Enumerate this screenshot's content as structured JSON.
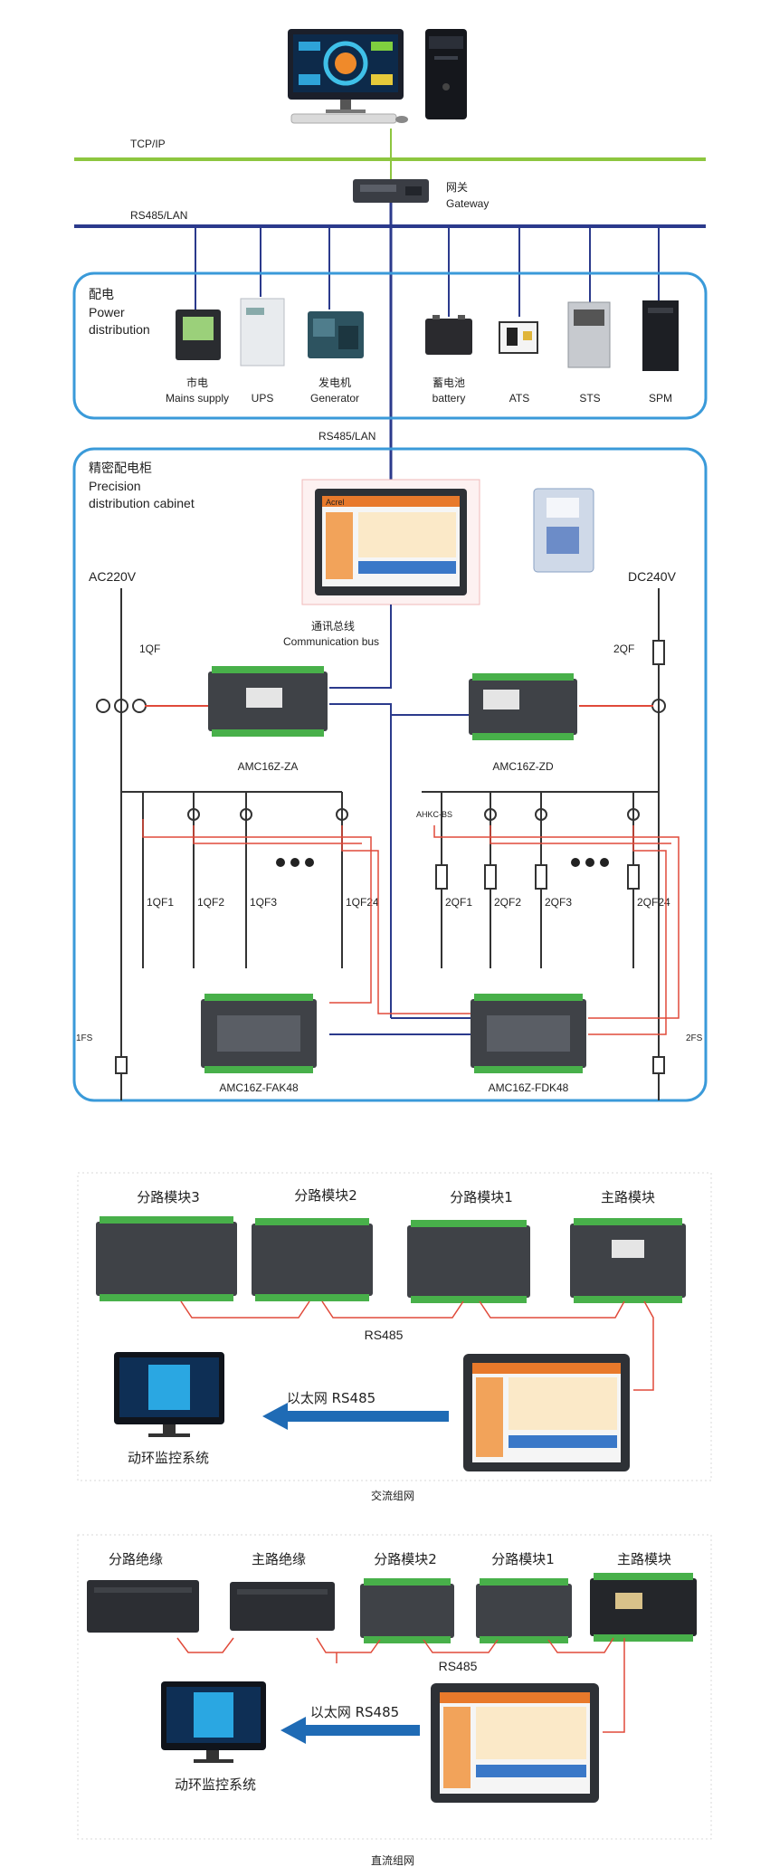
{
  "network": {
    "tcp_ip": "TCP/IP",
    "rs485_lan_top": "RS485/LAN",
    "rs485_lan_mid": "RS485/LAN",
    "gateway_cn": "网关",
    "gateway_en": "Gateway"
  },
  "power_distribution": {
    "title_cn": "配电",
    "title_en_1": "Power",
    "title_en_2": "distribution",
    "devices": [
      {
        "cn": "市电",
        "en": "Mains supply"
      },
      {
        "cn": "",
        "en": "UPS"
      },
      {
        "cn": "发电机",
        "en": "Generator"
      },
      {
        "cn": "蓄电池",
        "en": "battery"
      },
      {
        "cn": "",
        "en": "ATS"
      },
      {
        "cn": "",
        "en": "STS"
      },
      {
        "cn": "",
        "en": "SPM"
      }
    ]
  },
  "cabinet": {
    "title_cn": "精密配电柜",
    "title_en_1": "Precision",
    "title_en_2": "distribution cabinet",
    "comm_bus_cn": "通讯总线",
    "comm_bus_en": "Communication bus",
    "ac_label": "AC220V",
    "dc_label": "DC240V",
    "qf1": "1QF",
    "qf2": "2QF",
    "module_za": "AMC16Z-ZA",
    "module_zd": "AMC16Z-ZD",
    "module_fak": "AMC16Z-FAK48",
    "module_fdk": "AMC16Z-FDK48",
    "ahkc": "AHKC-BS",
    "ac_branches": [
      "1QF1",
      "1QF2",
      "1QF3",
      "1QF24"
    ],
    "dc_branches": [
      "2QF1",
      "2QF2",
      "2QF3",
      "2QF24"
    ],
    "fs1": "1FS",
    "fs2": "2FS",
    "hmi_brand": "Acrel"
  },
  "ac_network": {
    "modules": [
      "分路模块3",
      "分路模块2",
      "分路模块1",
      "主路模块"
    ],
    "bus": "RS485",
    "link": "以太网 RS485",
    "system": "动环监控系统",
    "caption": "交流组网"
  },
  "dc_network": {
    "modules": [
      "分路绝缘",
      "主路绝缘",
      "分路模块2",
      "分路模块1",
      "主路模块"
    ],
    "bus": "RS485",
    "link": "以太网 RS485",
    "system": "动环监控系统",
    "caption": "直流组网"
  },
  "colors": {
    "green_line": "#8dc63f",
    "navy_line": "#2b3a8c",
    "panel_border": "#3a9ad9",
    "red_line": "#e04a3a",
    "arrow_blue": "#1f6bb5"
  }
}
